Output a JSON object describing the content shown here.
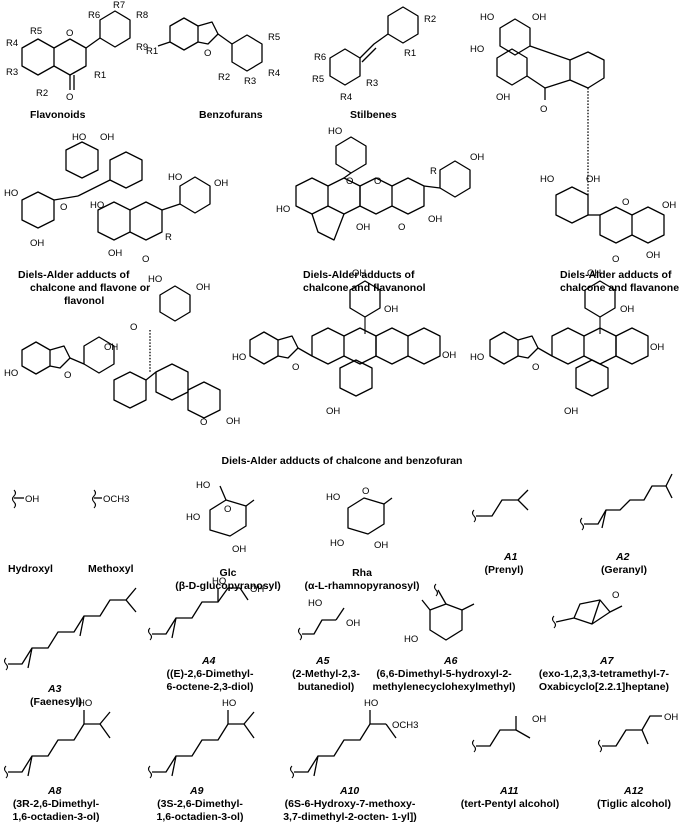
{
  "top_classes": {
    "flavonoids": "Flavonoids",
    "benzofurans": "Benzofurans",
    "stilbenes": "Stilbenes"
  },
  "adducts": {
    "flavone_line1": "Diels-Alder adducts of",
    "flavone_line2": "chalcone and flavone or",
    "flavone_line3": "flavonol",
    "flavanonol_line1": "Diels-Alder adducts of",
    "flavanonol_line2": "chalcone and flavanonol",
    "flavanone_line1": "Diels-Alder adducts of",
    "flavanone_line2": "chalcone and flavanone",
    "benzofuran": "Diels-Alder adducts of chalcone and benzofuran"
  },
  "substituents": {
    "hydroxyl_group": "OH",
    "hydroxyl": "Hydroxyl",
    "methoxyl_group": "OCH3",
    "methoxyl": "Methoxyl",
    "glc": "Glc",
    "glc_full": "(β-D-glucopyranosyl)",
    "rha": "Rha",
    "rha_full": "(α-L-rhamnopyranosyl)"
  },
  "side_chains": [
    {
      "code": "A1",
      "name_lines": [
        "(Prenyl)"
      ]
    },
    {
      "code": "A2",
      "name_lines": [
        "(Geranyl)"
      ]
    },
    {
      "code": "A3",
      "name_lines": [
        "(Faenesyl)"
      ]
    },
    {
      "code": "A4",
      "name_lines": [
        "((E)-2,6-Dimethyl-",
        "6-octene-2,3-diol)"
      ]
    },
    {
      "code": "A5",
      "name_lines": [
        "(2-Methyl-2,3-",
        "butanediol)"
      ]
    },
    {
      "code": "A6",
      "name_lines": [
        "(6,6-Dimethyl-5-hydroxyl-2-",
        "methylenecyclohexylmethyl)"
      ]
    },
    {
      "code": "A7",
      "name_lines": [
        "(exo-1,2,3,3-tetramethyl-7-",
        "Oxabicyclo[2.2.1]heptane)"
      ]
    },
    {
      "code": "A8",
      "name_lines": [
        "(3R-2,6-Dimethyl-",
        "1,6-octadien-3-ol)"
      ]
    },
    {
      "code": "A9",
      "name_lines": [
        "(3S-2,6-Dimethyl-",
        "1,6-octadien-3-ol)"
      ]
    },
    {
      "code": "A10",
      "name_lines": [
        "(6S-6-Hydroxy-7-methoxy-",
        "3,7-dimethyl-2-octen- 1-yl])"
      ]
    },
    {
      "code": "A11",
      "name_lines": [
        "(tert-Pentyl alcohol)"
      ]
    },
    {
      "code": "A12",
      "name_lines": [
        "(Tiglic alcohol)"
      ]
    }
  ],
  "atoms": {
    "OH": "OH",
    "O": "O",
    "R": "R",
    "OCH3": "OCH3",
    "HO": "HO",
    "R1": "R1",
    "R2": "R2",
    "R3": "R3",
    "R4": "R4",
    "R5": "R5",
    "R6": "R6",
    "R7": "R7",
    "R8": "R8",
    "R9": "R9"
  }
}
